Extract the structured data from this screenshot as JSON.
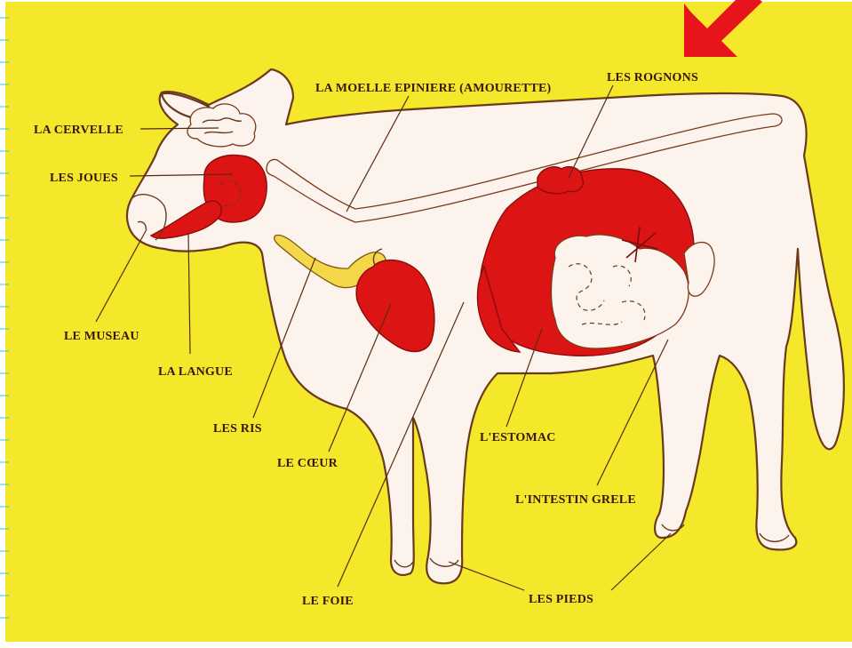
{
  "colors": {
    "background": "#f5e82a",
    "organ": "#dd1414",
    "body": "#fbf3ec",
    "label": "#3a1608",
    "arrow": "#e8141c"
  },
  "labels": {
    "cervelle": "LA CERVELLE",
    "joues": "LES JOUES",
    "museau": "LE MUSEAU",
    "langue": "LA LANGUE",
    "ris": "LES RIS",
    "coeur": "LE CŒUR",
    "foie": "LE FOIE",
    "moelle": "LA MOELLE EPINIERE (AMOURETTE)",
    "rognons": "LES ROGNONS",
    "estomac": "L'ESTOMAC",
    "intestin": "L'INTESTIN GRELE",
    "pieds": "LES PIEDS"
  },
  "annotation": {
    "arrow_icon": "red-arrow-down-left-icon"
  }
}
